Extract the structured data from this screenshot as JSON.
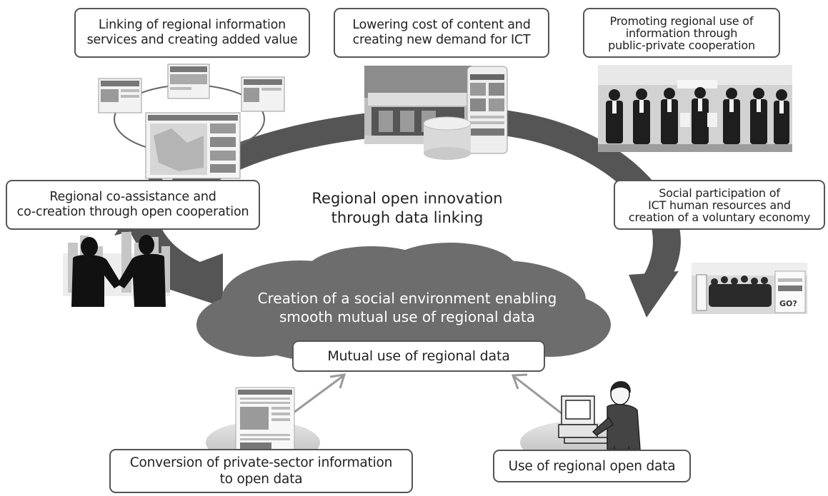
{
  "outer_boxes": {
    "top_left": [
      "Linking of regional information",
      "services and creating added value"
    ],
    "top_center": [
      "Lowering cost of content and",
      "creating new demand for ICT"
    ],
    "top_right": [
      "Promoting regional use of",
      "information through",
      "public-private cooperation"
    ],
    "mid_left": [
      "Regional co-assistance and",
      "co-creation through open cooperation"
    ],
    "mid_right": [
      "Social participation of",
      "ICT human resources and",
      "creation of a voluntary economy"
    ]
  },
  "center_label": [
    "Regional open innovation",
    "through data linking"
  ],
  "cloud_label": [
    "Creation of a social environment enabling",
    "smooth mutual use of regional data"
  ],
  "mutual_use_box": "Mutual use of regional data",
  "bottom_boxes": {
    "left": [
      "Conversion of private-sector information",
      "to open data"
    ],
    "right": "Use of regional open data"
  },
  "photo_caption": "GO?",
  "colors": {
    "cycle_arrow": "#555555",
    "cloud": "#6d6d6d",
    "box_border": "#555555",
    "up_arrow": "#9a9a9a",
    "ellipse": "#c8c8c8"
  }
}
